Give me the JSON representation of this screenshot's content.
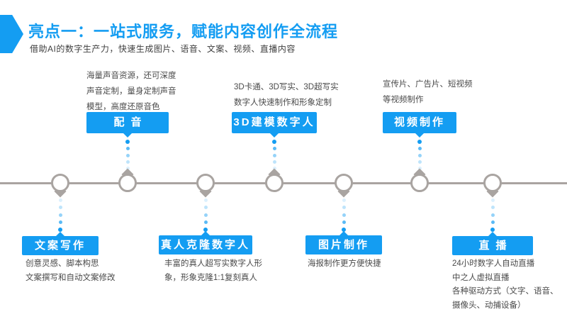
{
  "page": {
    "title": "亮点一：一站式服务，赋能内容创作全流程",
    "subtitle": "借助AI的数字生产力，快速生成图片、语音、文案、视频、直播内容"
  },
  "colors": {
    "accent_blue": "#149df2",
    "timeline_gray": "#a9a4a1",
    "description_text": "#4a4a4a"
  },
  "timeline": {
    "items": [
      {
        "label": "文案写作",
        "position": "below",
        "desc": [
          "创意灵感、脚本构思",
          "文案撰写和自动文案修改"
        ]
      },
      {
        "label": "配音",
        "position": "above",
        "desc": [
          "海量声音资源，还可深度",
          "声音定制，量身定制声音",
          "模型，高度还原音色"
        ]
      },
      {
        "label": "真人克隆数字人",
        "position": "below",
        "desc": [
          "丰富的真人超写实数字人形",
          "象，形象克隆1:1复刻真人"
        ]
      },
      {
        "label": "3D建模数字人",
        "position": "above",
        "desc": [
          "3D卡通、3D写实、3D超写实",
          "数字人快速制作和形象定制"
        ]
      },
      {
        "label": "图片制作",
        "position": "below",
        "desc": [
          "海报制作更方便快捷"
        ]
      },
      {
        "label": "视频制作",
        "position": "above",
        "desc": [
          "宣传片、广告片、短视频",
          "等视频制作"
        ]
      },
      {
        "label": "直播",
        "position": "below",
        "desc": [
          "24小时数字人自动直播",
          "中之人虚拟直播",
          "各种驱动方式（文字、语音、",
          "摄像头、动捕设备）"
        ]
      }
    ]
  }
}
